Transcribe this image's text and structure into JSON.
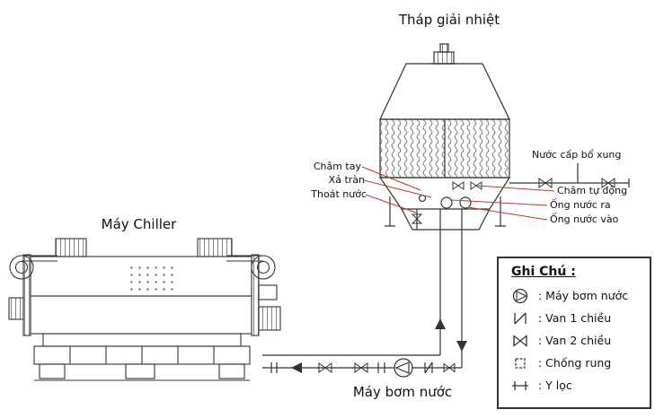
{
  "colors": {
    "line": "#333333",
    "callout_red": "#c0392b",
    "background": "#ffffff",
    "text": "#111111"
  },
  "titles": {
    "cooling_tower": "Tháp giải nhiệt",
    "chiller": "Máy Chiller",
    "pump": "Máy bơm nước"
  },
  "callouts": {
    "manual_fill": "Châm tay",
    "overflow": "Xả tràn",
    "drain": "Thoát nước",
    "makeup_water": "Nước cấp bổ xung",
    "auto_fill": "Châm tự động",
    "water_out": "Ống nước ra",
    "water_in": "Ống nước vào"
  },
  "legend": {
    "title": "Ghi Chú :",
    "items": [
      {
        "symbol": "water-pump",
        "label": ": Máy bơm nước"
      },
      {
        "symbol": "one-way-valve",
        "label": ": Van 1 chiều"
      },
      {
        "symbol": "two-way-valve",
        "label": ": Van 2 chiều"
      },
      {
        "symbol": "anti-vibration-mount",
        "label": ": Chống rung"
      },
      {
        "symbol": "y-strainer",
        "label": ": Y lọc"
      }
    ]
  }
}
